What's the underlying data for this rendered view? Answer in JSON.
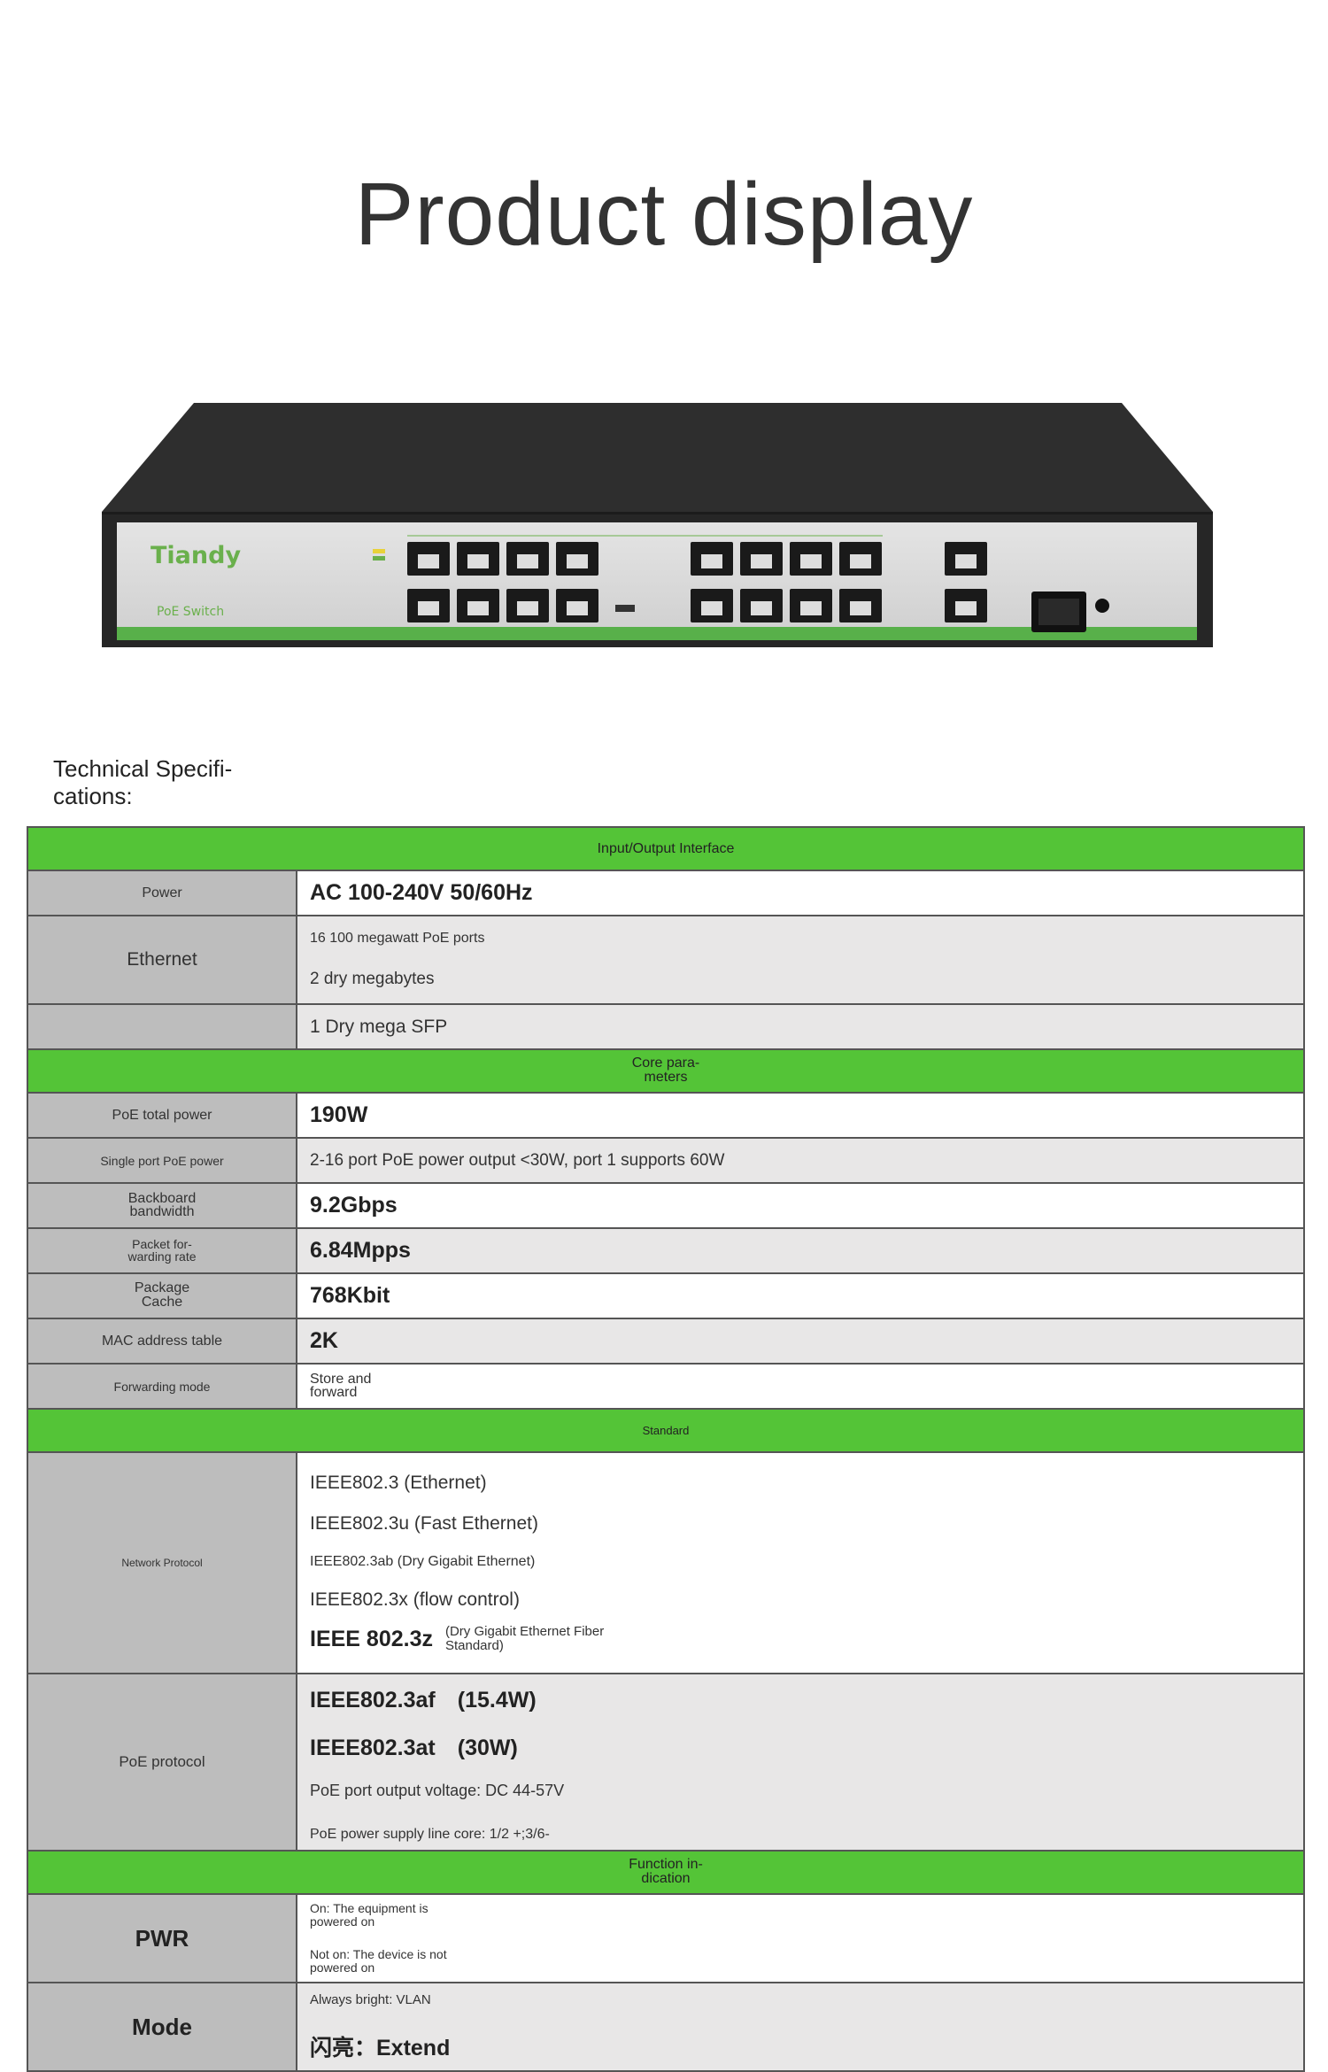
{
  "title": "Product display",
  "product": {
    "brand": "Tiandy",
    "model": "PoE Switch"
  },
  "spec_heading": "Technical Specifi- cations:",
  "sections": {
    "io": "Input/Output Interface",
    "core": "Core para- meters",
    "standard": "Standard",
    "function": "Function in- dication"
  },
  "rows": {
    "power": {
      "label": "Power",
      "value": "AC 100-240V 50/60Hz"
    },
    "ethernet": {
      "label": "Ethernet",
      "value1": "16 100 megawatt PoE ports",
      "value2": "2 dry megabytes"
    },
    "sfp": {
      "value": "1 Dry mega SFP"
    },
    "poe_total": {
      "label": "PoE total power",
      "value": "190W"
    },
    "poe_single": {
      "label": "Single port PoE power",
      "value": "2-16 port PoE power output <30W, port 1 supports 60W"
    },
    "backboard": {
      "label": "Backboard bandwidth",
      "value": "9.2Gbps"
    },
    "packet": {
      "label": "Packet for- warding rate",
      "value": "6.84Mpps"
    },
    "cache": {
      "label": "Package Cache",
      "value": "768Kbit"
    },
    "mac": {
      "label": "MAC address table",
      "value": "2K"
    },
    "forwarding": {
      "label": "Forwarding mode",
      "value": "Store and forward"
    },
    "network": {
      "label": "Network Protocol",
      "lines": [
        "IEEE802.3 (Ethernet)",
        "IEEE802.3u (Fast Ethernet)",
        "IEEE802.3ab (Dry Gigabit Ethernet)",
        "IEEE802.3x (flow control)"
      ],
      "last_main": "IEEE 802.3z",
      "last_note": "(Dry Gigabit Ethernet Fiber Standard)"
    },
    "poe_protocol": {
      "label": "PoE protocol",
      "af": "IEEE802.3af　(15.4W)",
      "at": "IEEE802.3at　(30W)",
      "voltage": "PoE port output voltage: DC 44-57V",
      "core": "PoE power supply line core: 1/2 +;3/6-"
    },
    "pwr": {
      "label": "PWR",
      "on": "On: The equipment is powered on",
      "off": "Not on: The device is not powered on"
    },
    "mode": {
      "label": "Mode",
      "bright": "Always bright: VLAN",
      "flash": "闪亮：Extend"
    }
  },
  "colors": {
    "section_green": "#54c437",
    "label_gray": "#bdbdbd",
    "switch_body": "#2c2c2c",
    "faceplate": "#d9d9d9"
  },
  "icons": [
    "rj45-port-icon",
    "sfp-port-icon",
    "reset-button-icon"
  ]
}
